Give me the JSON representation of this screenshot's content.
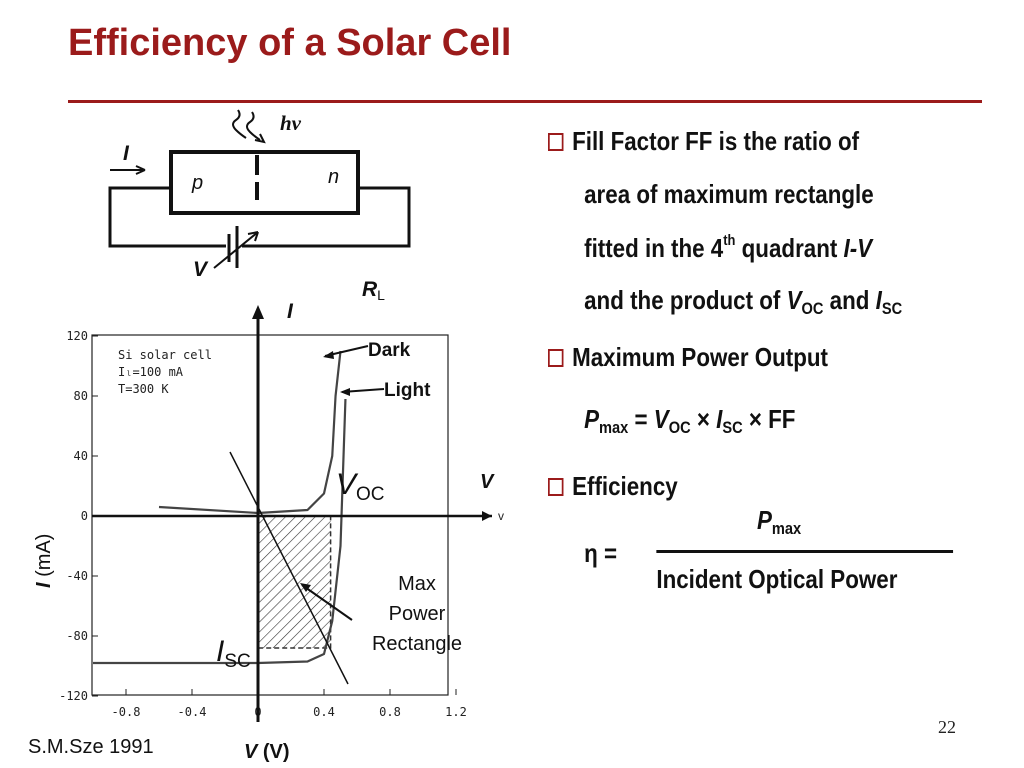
{
  "slide": {
    "title": "Efficiency of a Solar Cell",
    "slide_number": "22",
    "credit": "S.M.Sze 1991",
    "accent_color": "#9b1b1b"
  },
  "circuit": {
    "light_label": "hν",
    "current_label": "I",
    "p_label": "p",
    "n_label": "n",
    "voltage_label": "V",
    "load_label_main": "R",
    "load_label_sub": "L"
  },
  "plot": {
    "axis_i_label": "I",
    "axis_v_label": "V",
    "ylabel_main": "I",
    "ylabel_unit": " (mA)",
    "xlabel_main": "V",
    "xlabel_unit": " (V)",
    "inset_lines": [
      "Si solar cell",
      "Iₗ=100 mA",
      "T=300 K"
    ],
    "dark_label": "Dark",
    "light_label": "Light",
    "voc_main": "V",
    "voc_sub": "OC",
    "isc_main": "I",
    "isc_sub": "SC",
    "v_axis_small": "v",
    "rect_label": [
      "Max",
      "Power",
      "Rectangle"
    ]
  },
  "chart_data": {
    "type": "line",
    "xlim": [
      -1.0,
      1.2
    ],
    "ylim": [
      -120,
      120
    ],
    "x_ticks": [
      "-0.8",
      "-0.4",
      "0",
      "0.4",
      "0.8",
      "1.2"
    ],
    "y_ticks": [
      "120",
      "80",
      "40",
      "0",
      "-40",
      "-80",
      "-120"
    ],
    "series": [
      {
        "name": "Dark",
        "x": [
          -0.6,
          0.0,
          0.3,
          0.4,
          0.45,
          0.47,
          0.5
        ],
        "y": [
          6,
          2,
          4,
          15,
          40,
          80,
          110
        ]
      },
      {
        "name": "Light",
        "x": [
          -1.0,
          0.0,
          0.3,
          0.4,
          0.45,
          0.5,
          0.53
        ],
        "y": [
          -98,
          -98,
          -97,
          -92,
          -70,
          -20,
          78
        ]
      }
    ],
    "max_power_rectangle": {
      "v": 0.44,
      "i": -88
    }
  },
  "bullets": {
    "b1": [
      "Fill Factor FF is the ratio of",
      "area of maximum rectangle",
      "fitted in the 4",
      "th",
      " quadrant ",
      "I-V",
      "and the product of ",
      "V",
      "OC",
      " and ",
      "I",
      "SC"
    ],
    "b2": "Maximum Power Output",
    "formula_pmax": [
      "P",
      "max",
      " = ",
      "V",
      "OC",
      " × ",
      "I",
      "SC",
      " × FF"
    ],
    "b3": "Efficiency",
    "eta": "η =",
    "numerator_main": "P",
    "numerator_sub": "max",
    "denominator": "Incident Optical Power"
  }
}
